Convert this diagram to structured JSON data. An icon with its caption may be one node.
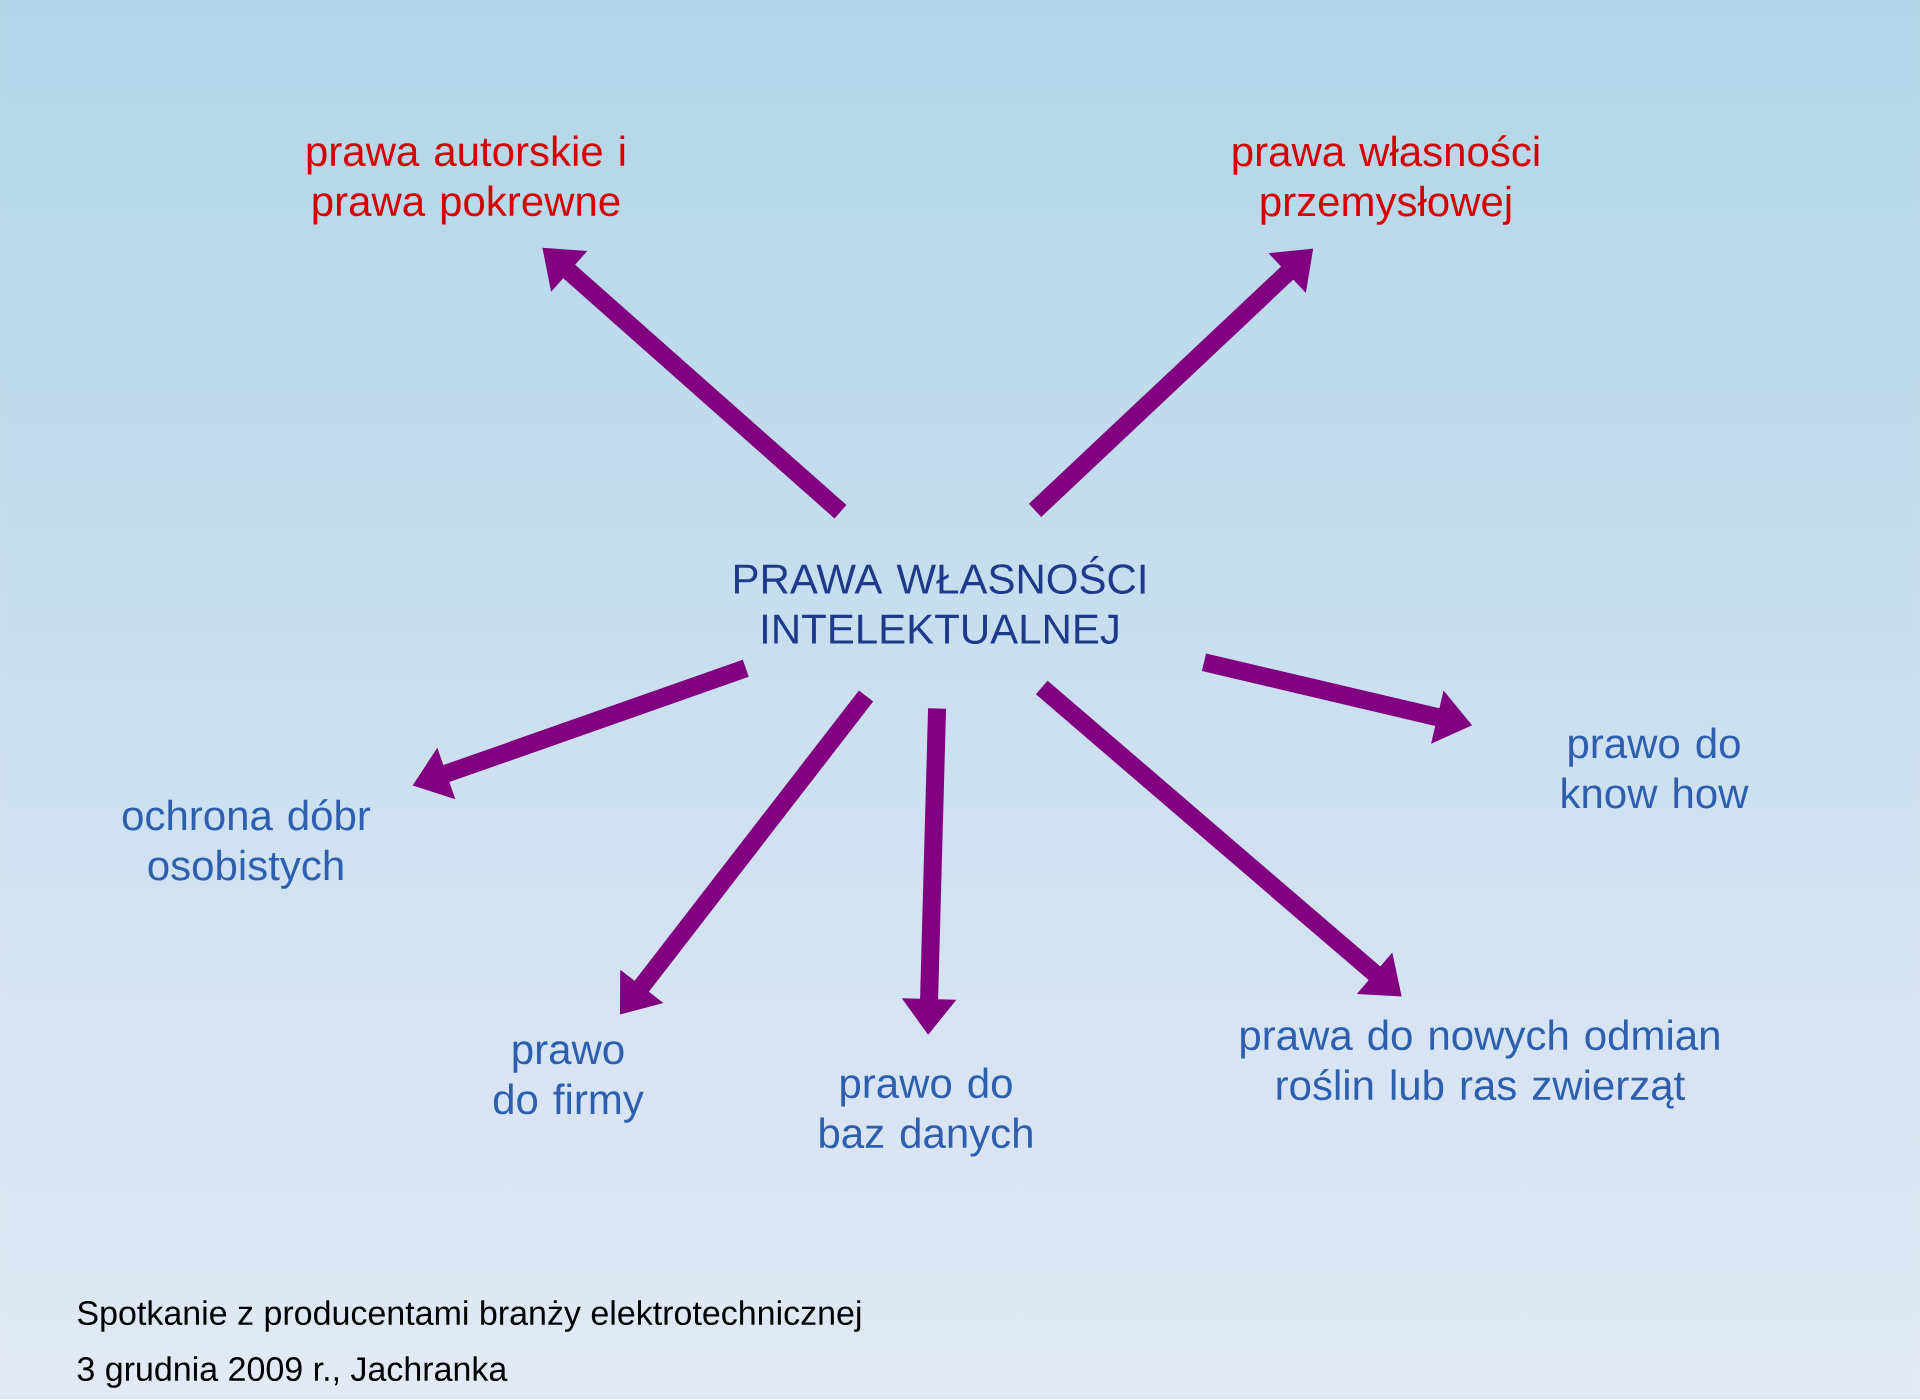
{
  "diagram": {
    "nodes": [
      {
        "text": [
          "PRAWA WŁASNOŚCI INTELEKTUALNEJ"
        ]
      },
      {
        "text": [
          "prawa autorskie i prawa pokrewne"
        ]
      },
      {
        "text": [
          "prawa własności przemysłowej"
        ]
      },
      {
        "text": [
          "ochrona dóbr osobistych"
        ]
      },
      {
        "text": [
          "prawo do firmy"
        ]
      },
      {
        "text": [
          "prawo do baz danych"
        ]
      },
      {
        "text": [
          "prawa do nowych odmian roślin lub ras zwierząt"
        ]
      },
      {
        "text": [
          "prawo do know how"
        ]
      }
    ],
    "edges": [
      {
        "from": 0,
        "to": 1,
        "arrow": "to"
      },
      {
        "from": 0,
        "to": 2,
        "arrow": "to"
      },
      {
        "from": 0,
        "to": 3,
        "arrow": "to"
      },
      {
        "from": 0,
        "to": 4,
        "arrow": "to"
      },
      {
        "from": 0,
        "to": 5,
        "arrow": "to"
      },
      {
        "from": 0,
        "to": 6,
        "arrow": "to"
      },
      {
        "from": 0,
        "to": 7,
        "arrow": "to"
      }
    ],
    "labels": [
      "Spotkanie z producentami branży elektrotechnicznej",
      "3 grudnia 2009 r., Jachranka"
    ]
  }
}
